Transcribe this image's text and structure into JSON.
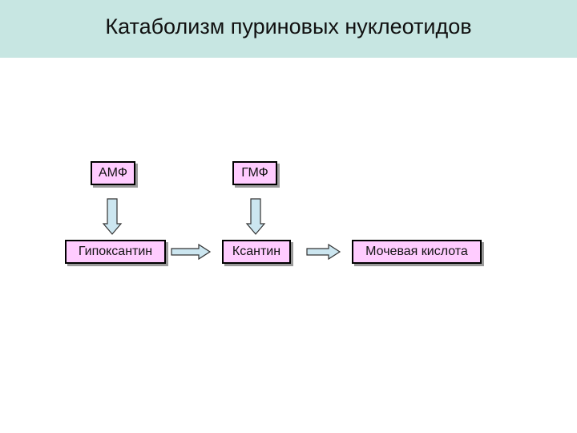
{
  "slide": {
    "title": "Катаболизм пуриновых нуклеотидов"
  },
  "diagram": {
    "nodes": {
      "amf": "АМФ",
      "gmf": "ГМФ",
      "hypoxanthine": "Гипоксантин",
      "xanthine": "Ксантин",
      "uric_acid": "Мочевая кислота"
    },
    "edges": [
      [
        "amf",
        "hypoxanthine"
      ],
      [
        "gmf",
        "xanthine"
      ],
      [
        "hypoxanthine",
        "xanthine"
      ],
      [
        "xanthine",
        "uric_acid"
      ]
    ],
    "colors": {
      "header_bg": "#c7e6e2",
      "node_fill": "#ffccff",
      "arrow_fill": "#cce6f0"
    }
  }
}
